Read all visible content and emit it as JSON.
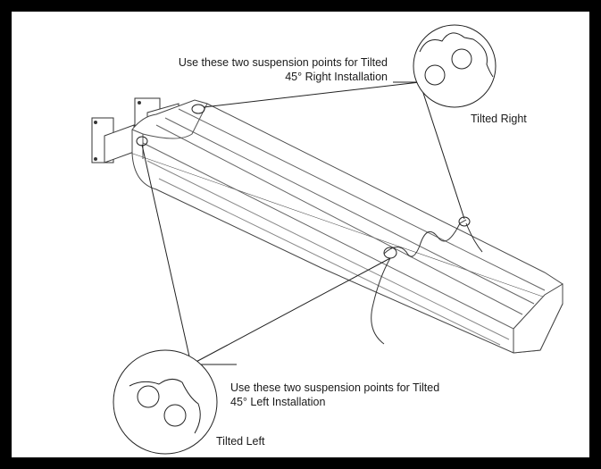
{
  "diagram": {
    "callout_right": {
      "line1": "Use these two suspension points for Tilted",
      "line2": "45° Right Installation"
    },
    "callout_left": {
      "line1": "Use these two suspension points for Tilted",
      "line2": "45° Left Installation"
    },
    "label_right": "Tilted Right",
    "label_left": "Tilted Left"
  }
}
